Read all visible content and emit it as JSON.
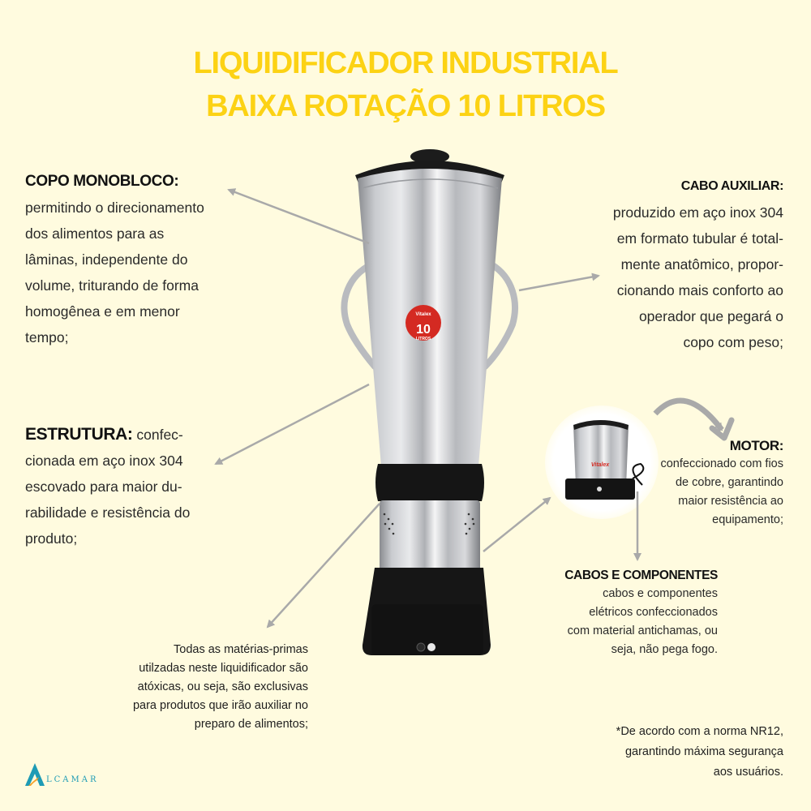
{
  "header": {
    "title_line1": "LIQUIDIFICADOR INDUSTRIAL",
    "title_line2": "BAIXA ROTAÇÃO 10 LITROS"
  },
  "colors": {
    "background": "#fffbdf",
    "title": "#fcd214",
    "arrow": "#a9a9a9",
    "brand_red": "#d42a22",
    "logo_teal": "#1e9bb5",
    "logo_orange": "#f4a12a"
  },
  "features": {
    "copo": {
      "heading": "COPO MONOBLOCO:",
      "lines": [
        "permitindo o direcionamento",
        "dos alimentos para as",
        "lâminas, independente do",
        "volume, triturando de forma",
        "homogênea e em menor",
        "tempo;"
      ]
    },
    "cabo": {
      "heading": "CABO AUXILIAR:",
      "lines": [
        "produzido em aço inox 304",
        "em formato tubular é total-",
        "mente anatômico, propor-",
        "cionando mais conforto ao",
        "operador que  pegará o",
        "copo com peso;"
      ]
    },
    "estrutura": {
      "heading": "ESTRUTURA:",
      "first_line_rest": " confec-",
      "lines": [
        "cionada em aço inox 304",
        "escovado para maior du-",
        "rabilidade e resistência do",
        "produto;"
      ]
    },
    "motor": {
      "heading": "MOTOR:",
      "lines": [
        "confeccionado com fios",
        "de cobre, garantindo",
        "maior resistência  ao",
        "equipamento;"
      ]
    },
    "cabos": {
      "heading": "CABOS E COMPONENTES",
      "lines": [
        "cabos e componentes",
        "elétricos confeccionados",
        "com material antichamas, ou",
        "seja, não pega fogo."
      ]
    },
    "materias": {
      "lines": [
        "Todas as matérias-primas",
        "utilzadas neste liquidificador são",
        "atóxicas, ou seja, são exclusivas",
        "para produtos que irão auxiliar no",
        "preparo de alimentos;"
      ]
    },
    "norma": {
      "lines": [
        "*De acordo com a  norma NR12,",
        "garantindo máxima segurança",
        "aos usuários."
      ]
    }
  },
  "product": {
    "brand": "Vitalex",
    "badge_number": "10",
    "badge_label": "LITROS"
  },
  "logo": {
    "mark": "A",
    "text": "LCAMAR"
  },
  "icons": [
    "arrow-copo",
    "arrow-cabo",
    "arrow-estrutura",
    "arrow-materias",
    "arrow-motor-inset",
    "arrow-curved-motor",
    "arrow-cabos-down"
  ]
}
